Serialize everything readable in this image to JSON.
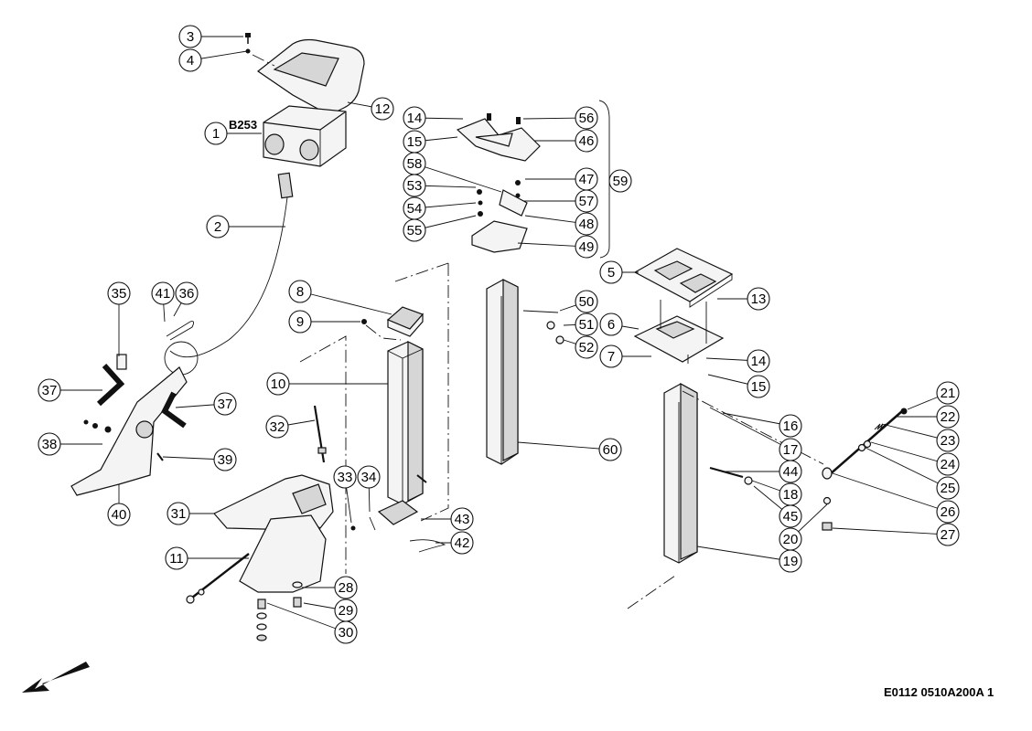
{
  "diagram": {
    "connector_tag": "B253",
    "drawing_ref": "E0112 0510A200A 1",
    "callouts": [
      {
        "id": "c3",
        "label": "3"
      },
      {
        "id": "c4",
        "label": "4"
      },
      {
        "id": "c12",
        "label": "12"
      },
      {
        "id": "c1",
        "label": "1"
      },
      {
        "id": "c2",
        "label": "2"
      },
      {
        "id": "c14a",
        "label": "14"
      },
      {
        "id": "c15a",
        "label": "15"
      },
      {
        "id": "c58",
        "label": "58"
      },
      {
        "id": "c53",
        "label": "53"
      },
      {
        "id": "c54",
        "label": "54"
      },
      {
        "id": "c55",
        "label": "55"
      },
      {
        "id": "c56",
        "label": "56"
      },
      {
        "id": "c46",
        "label": "46"
      },
      {
        "id": "c47",
        "label": "47"
      },
      {
        "id": "c57",
        "label": "57"
      },
      {
        "id": "c48",
        "label": "48"
      },
      {
        "id": "c49",
        "label": "49"
      },
      {
        "id": "c59",
        "label": "59"
      },
      {
        "id": "c5",
        "label": "5"
      },
      {
        "id": "c13",
        "label": "13"
      },
      {
        "id": "c6",
        "label": "6"
      },
      {
        "id": "c7",
        "label": "7"
      },
      {
        "id": "c14b",
        "label": "14"
      },
      {
        "id": "c15b",
        "label": "15"
      },
      {
        "id": "c8",
        "label": "8"
      },
      {
        "id": "c9",
        "label": "9"
      },
      {
        "id": "c10",
        "label": "10"
      },
      {
        "id": "c32",
        "label": "32"
      },
      {
        "id": "c50",
        "label": "50"
      },
      {
        "id": "c51",
        "label": "51"
      },
      {
        "id": "c52",
        "label": "52"
      },
      {
        "id": "c60",
        "label": "60"
      },
      {
        "id": "c35",
        "label": "35"
      },
      {
        "id": "c41",
        "label": "41"
      },
      {
        "id": "c36",
        "label": "36"
      },
      {
        "id": "c37a",
        "label": "37"
      },
      {
        "id": "c37b",
        "label": "37"
      },
      {
        "id": "c38",
        "label": "38"
      },
      {
        "id": "c39",
        "label": "39"
      },
      {
        "id": "c40",
        "label": "40"
      },
      {
        "id": "c31",
        "label": "31"
      },
      {
        "id": "c33",
        "label": "33"
      },
      {
        "id": "c34",
        "label": "34"
      },
      {
        "id": "c43",
        "label": "43"
      },
      {
        "id": "c42",
        "label": "42"
      },
      {
        "id": "c11",
        "label": "11"
      },
      {
        "id": "c28",
        "label": "28"
      },
      {
        "id": "c29",
        "label": "29"
      },
      {
        "id": "c30",
        "label": "30"
      },
      {
        "id": "c16",
        "label": "16"
      },
      {
        "id": "c17",
        "label": "17"
      },
      {
        "id": "c44",
        "label": "44"
      },
      {
        "id": "c18",
        "label": "18"
      },
      {
        "id": "c45",
        "label": "45"
      },
      {
        "id": "c19",
        "label": "19"
      },
      {
        "id": "c20",
        "label": "20"
      },
      {
        "id": "c21",
        "label": "21"
      },
      {
        "id": "c22",
        "label": "22"
      },
      {
        "id": "c23",
        "label": "23"
      },
      {
        "id": "c24",
        "label": "24"
      },
      {
        "id": "c25",
        "label": "25"
      },
      {
        "id": "c26",
        "label": "26"
      },
      {
        "id": "c27",
        "label": "27"
      }
    ]
  }
}
